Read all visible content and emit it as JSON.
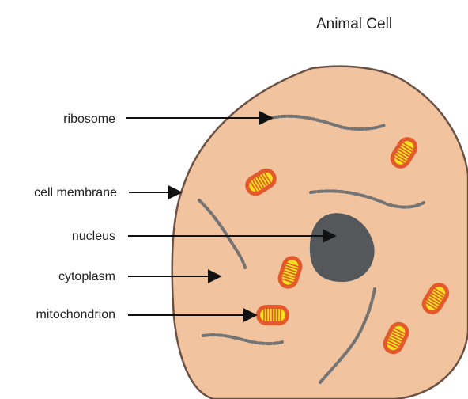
{
  "title": "Animal Cell",
  "labels": {
    "ribosome": "ribosome",
    "cell_membrane": "cell membrane",
    "nucleus": "nucleus",
    "cytoplasm": "cytoplasm",
    "mitochondrion": "mitochondrion"
  },
  "colors": {
    "cytoplasm_fill": "#f1c39f",
    "membrane_stroke": "#6b5244",
    "nucleus_fill": "#55585b",
    "ribosome_strand": "#747474",
    "mito_outer": "#e3592b",
    "mito_inner": "#f5e21c",
    "arrow": "#111111"
  }
}
